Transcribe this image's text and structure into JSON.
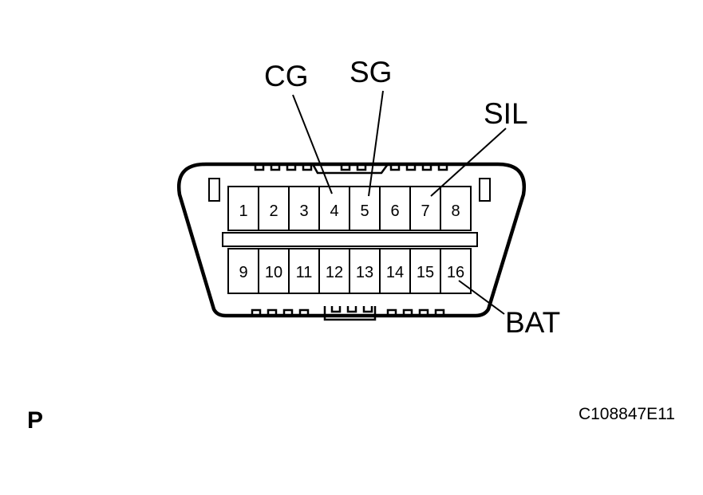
{
  "callouts": {
    "cg": {
      "text": "CG",
      "pin": "4"
    },
    "sg": {
      "text": "SG",
      "pin": "5"
    },
    "sil": {
      "text": "SIL",
      "pin": "7"
    },
    "bat": {
      "text": "BAT",
      "pin": "16"
    }
  },
  "connector": {
    "top_row_pins": [
      "1",
      "2",
      "3",
      "4",
      "5",
      "6",
      "7",
      "8"
    ],
    "bottom_row_pins": [
      "9",
      "10",
      "11",
      "12",
      "13",
      "14",
      "15",
      "16"
    ]
  },
  "footer": {
    "corner_letter": "P",
    "figure_code": "C108847E11"
  }
}
